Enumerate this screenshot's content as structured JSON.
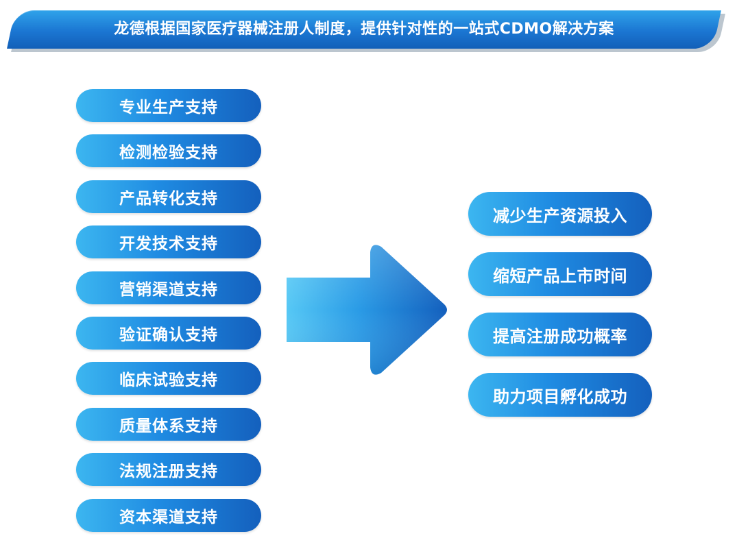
{
  "banner": {
    "title": "龙德根据国家医疗器械注册人制度，提供针对性的一站式CDMO解决方案"
  },
  "supports": [
    {
      "label": "专业生产支持"
    },
    {
      "label": "检测检验支持"
    },
    {
      "label": "产品转化支持"
    },
    {
      "label": "开发技术支持"
    },
    {
      "label": "营销渠道支持"
    },
    {
      "label": "验证确认支持"
    },
    {
      "label": "临床试验支持"
    },
    {
      "label": "质量体系支持"
    },
    {
      "label": "法规注册支持"
    },
    {
      "label": "资本渠道支持"
    }
  ],
  "benefits": [
    {
      "label": "减少生产资源投入"
    },
    {
      "label": "缩短产品上市时间"
    },
    {
      "label": "提高注册成功概率"
    },
    {
      "label": "助力项目孵化成功"
    }
  ],
  "colors": {
    "primary_blue": "#1f8be2",
    "light_blue": "#3cb6f0",
    "dark_blue": "#1460bd"
  },
  "icons": {
    "flow_arrow": "right-arrow-icon"
  }
}
